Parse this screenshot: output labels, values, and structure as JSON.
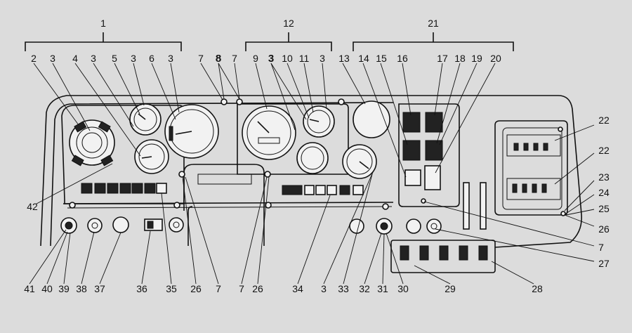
{
  "diagram": {
    "background": "#dcdcdc",
    "ink": "#111111",
    "callouts": [
      "1",
      "12",
      "21",
      "2",
      "3",
      "4",
      "3",
      "5",
      "3",
      "6",
      "3",
      "7",
      "8",
      "7",
      "9",
      "3",
      "10",
      "11",
      "3",
      "13",
      "14",
      "15",
      "16",
      "17",
      "18",
      "19",
      "20",
      "22",
      "22",
      "23",
      "24",
      "25",
      "26",
      "42",
      "7",
      "27",
      "41",
      "40",
      "39",
      "38",
      "37",
      "36",
      "35",
      "26",
      "7",
      "7",
      "26",
      "34",
      "3",
      "33",
      "32",
      "31",
      "30",
      "29",
      "28"
    ]
  }
}
